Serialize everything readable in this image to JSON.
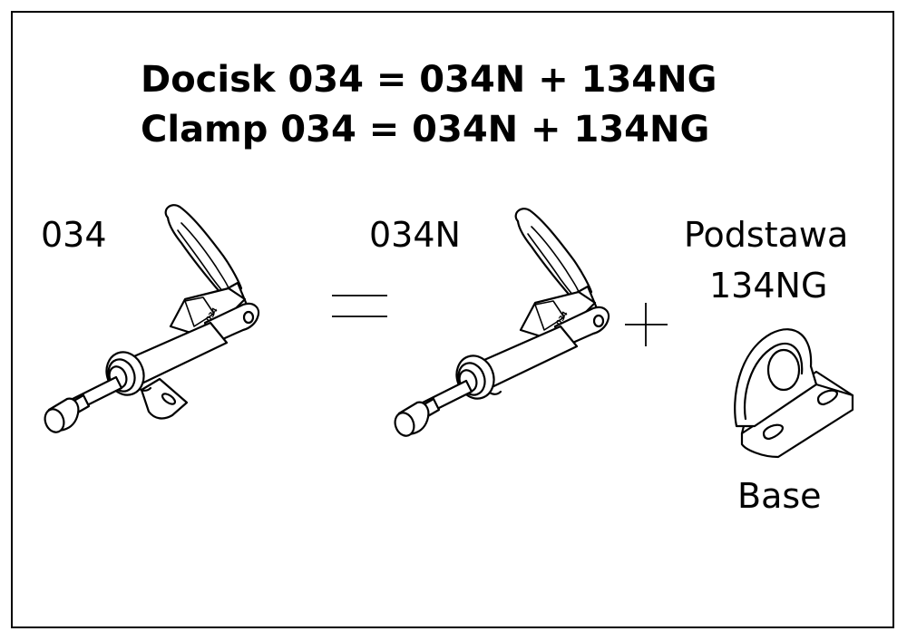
{
  "title": {
    "line1": "Docisk 034 = 034N + 134NG",
    "line2": "Clamp 034 = 034N + 134NG"
  },
  "labels": {
    "assembly": "034",
    "clamp": "034N",
    "base_pl": "Podstawa",
    "base_code": "134NG",
    "base_en": "Base"
  },
  "icons": {
    "clamp_with_base": "push-pull-clamp-with-base-drawing",
    "clamp": "push-pull-clamp-drawing",
    "base": "mounting-base-drawing",
    "equals": "equals-sign",
    "plus": "plus-sign"
  }
}
